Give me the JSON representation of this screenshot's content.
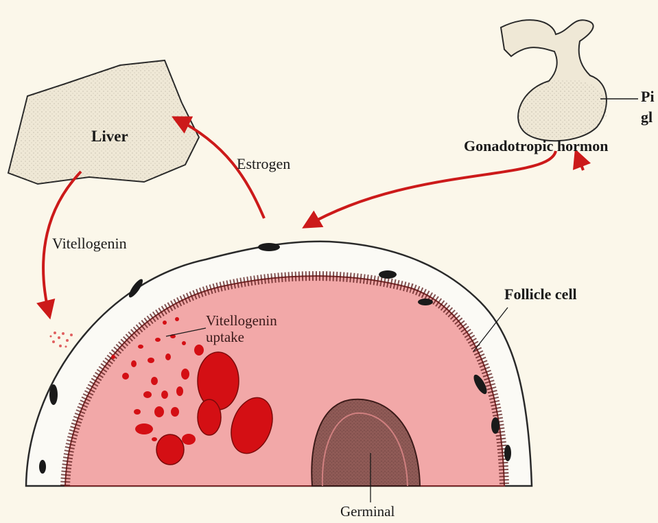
{
  "labels": {
    "liver": "Liver",
    "estrogen": "Estrogen",
    "vitellogenin": "Vitellogenin",
    "pituitary_line1": "Pi",
    "pituitary_line2": "gl",
    "gonadotropic": "Gonadotropic hormon",
    "follicle_cell": "Follicle cell",
    "vitellogenin_uptake_line1": "Vitellogenin",
    "vitellogenin_uptake_line2": "uptake",
    "germinal": "Germinal"
  },
  "colors": {
    "background": "#fbf7ea",
    "arrow": "#cc1a1a",
    "ooplasm": "#f2a8a8",
    "yolk": "#d40f14",
    "nucleus": "#8f5a56",
    "organ": "#efe8d6",
    "outline": "#2a2a2a"
  }
}
